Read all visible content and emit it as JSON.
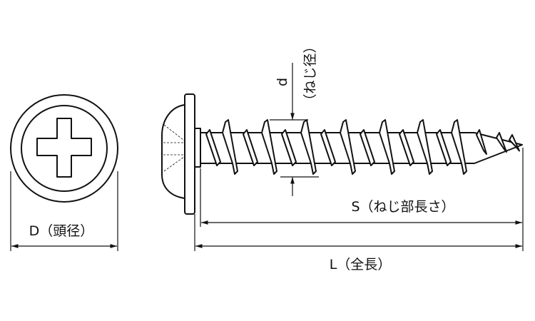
{
  "labels": {
    "head_diameter": "D（頭径）",
    "thread_diameter_symbol": "d",
    "thread_diameter": "（ねじ径）",
    "thread_length": "S（ねじ部長さ）",
    "total_length": "L（全長）"
  },
  "colors": {
    "line": "#111111",
    "background": "#ffffff"
  }
}
